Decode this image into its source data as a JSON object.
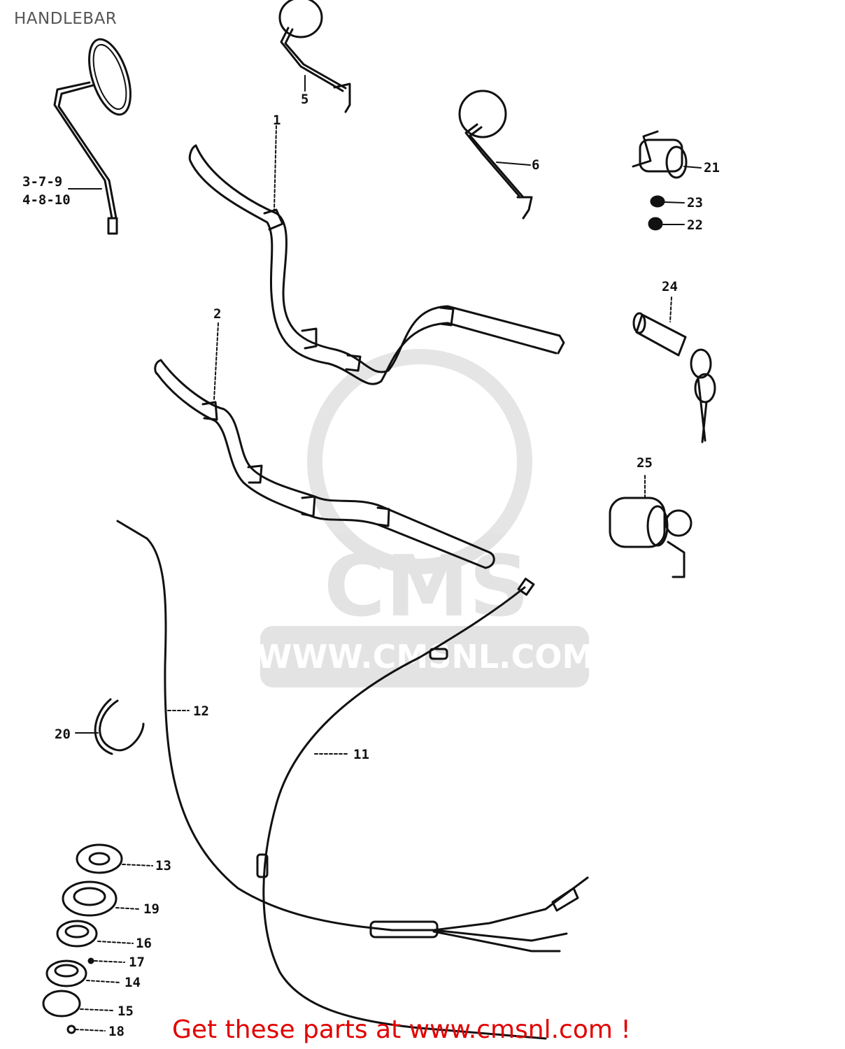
{
  "title": "HANDLEBAR",
  "labels": {
    "l1": "1",
    "l2": "2",
    "l3": "3-7-9",
    "l4": "4-8-10",
    "l5": "5",
    "l6": "6",
    "l11": "11",
    "l12": "12",
    "l13": "13",
    "l14": "14",
    "l15": "15",
    "l16": "16",
    "l17": "17",
    "l18": "18",
    "l19": "19",
    "l20": "20",
    "l21": "21",
    "l22": "22",
    "l23": "23",
    "l24": "24",
    "l25": "25"
  },
  "watermark": {
    "brand": "CMS",
    "url": "WWW.CMSNL.COM"
  },
  "footer": "Get these parts at www.cmsnl.com !"
}
